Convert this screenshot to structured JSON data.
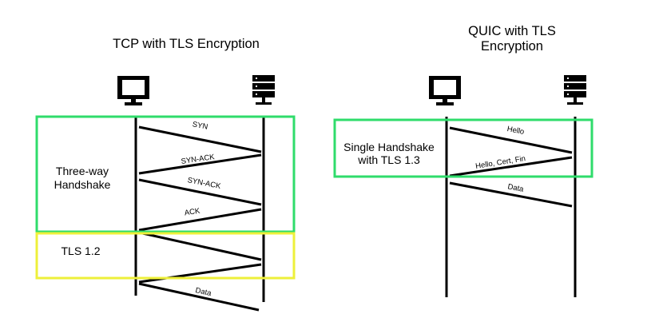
{
  "colors": {
    "background": "#ffffff",
    "line": "#000000",
    "green_box": "#2fdc6b",
    "yellow_box": "#eef03a"
  },
  "tcp": {
    "title": "TCP with TLS Encryption",
    "client_icon": "monitor-icon",
    "server_icon": "server-icon",
    "handshake_label_line1": "Three-way",
    "handshake_label_line2": "Handshake",
    "tls_label": "TLS 1.2",
    "messages": [
      "SYN",
      "SYN-ACK",
      "SYN-ACK",
      "ACK",
      "Data"
    ]
  },
  "quic": {
    "title_line1": "QUIC with TLS",
    "title_line2": "Encryption",
    "client_icon": "monitor-icon",
    "server_icon": "server-icon",
    "handshake_label_line1": "Single Handshake",
    "handshake_label_line2": "with TLS 1.3",
    "messages": [
      "Hello",
      "Hello, Cert, Fin",
      "Data"
    ]
  }
}
